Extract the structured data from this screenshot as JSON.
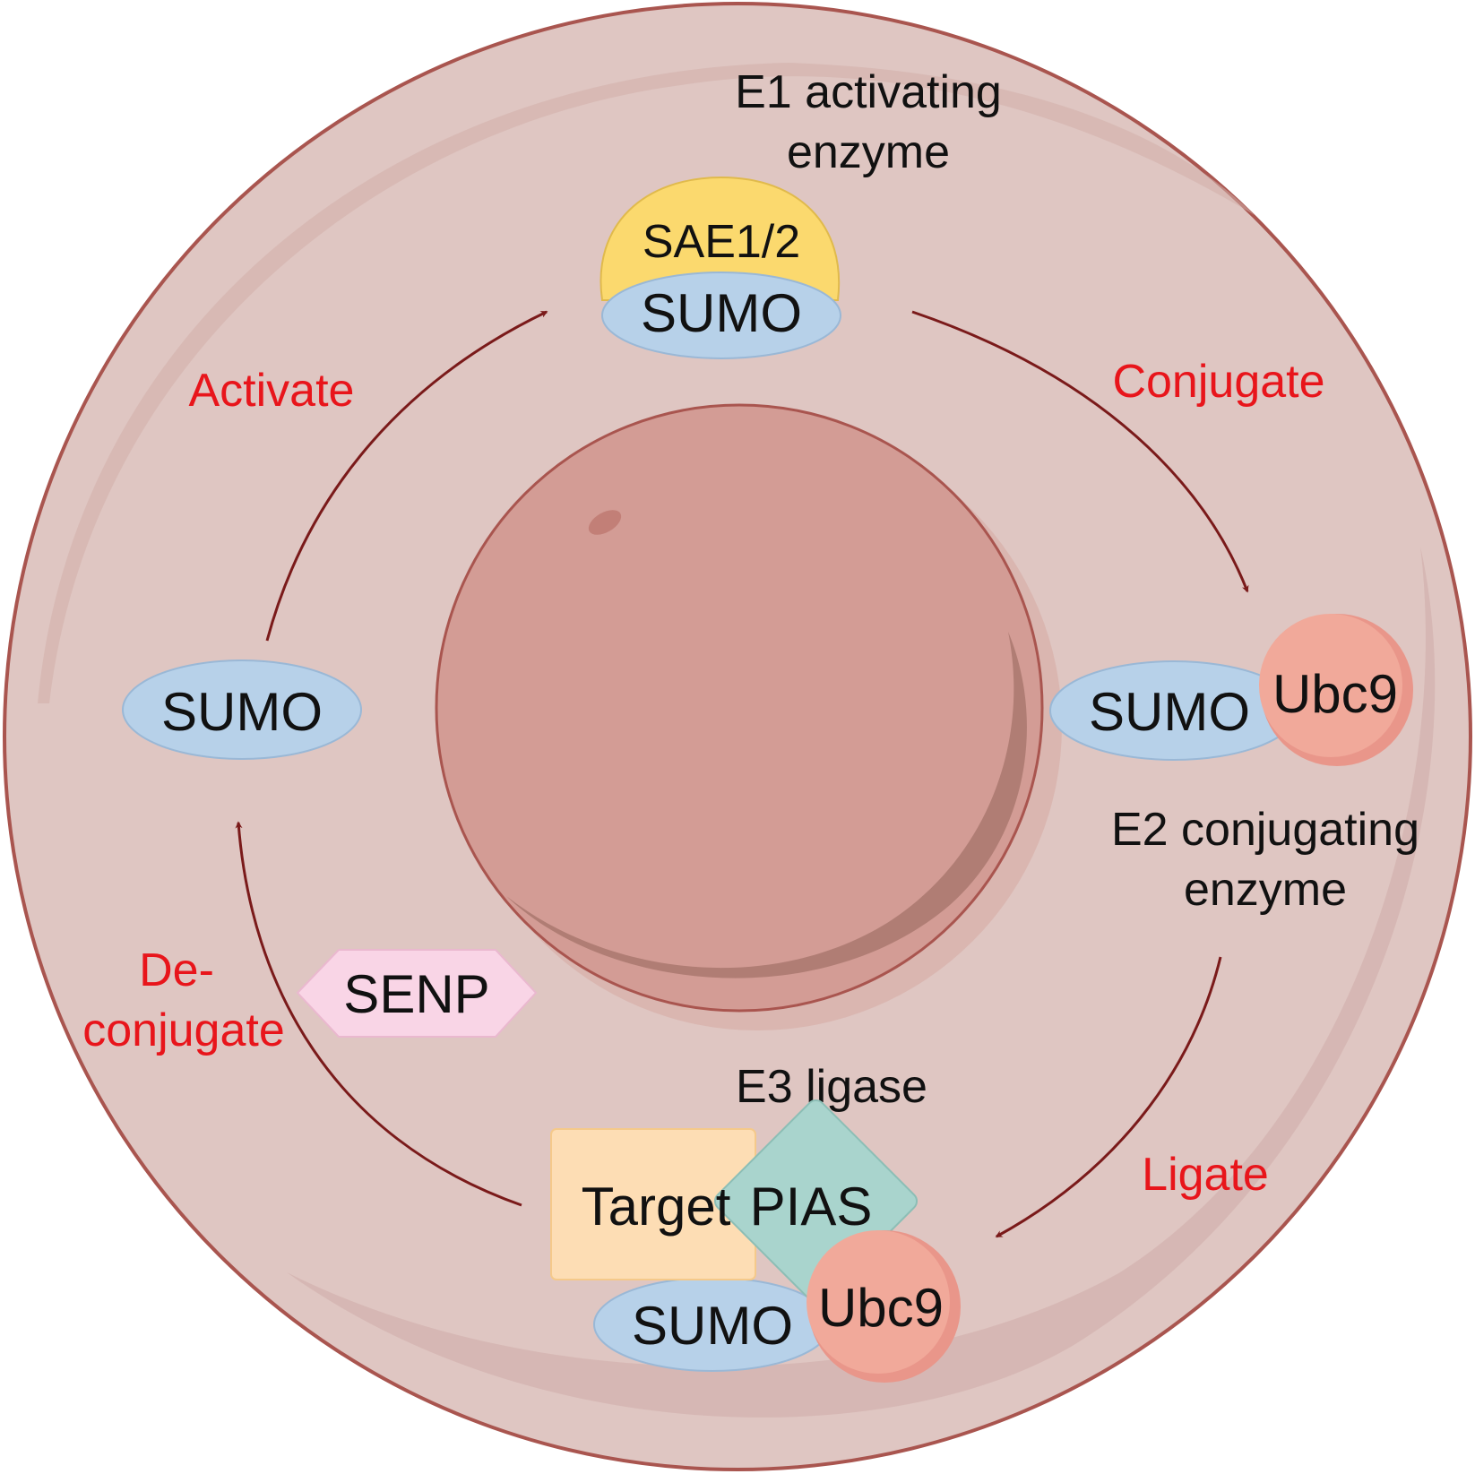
{
  "labels": {
    "e1_line1": "E1 activating",
    "e1_line2": "enzyme",
    "sae": "SAE1/2",
    "sumo_top": "SUMO",
    "conjugate": "Conjugate",
    "activate": "Activate",
    "sumo_left": "SUMO",
    "sumo_right": "SUMO",
    "ubc9_right": "Ubc9",
    "e2_line1": "E2 conjugating",
    "e2_line2": "enzyme",
    "de_line1": "De-",
    "de_line2": "conjugate",
    "senp": "SENP",
    "e3": "E3 ligase",
    "ligate": "Ligate",
    "target": "Target",
    "pias": "PIAS",
    "sumo_bottom": "SUMO",
    "ubc9_bottom": "Ubc9"
  },
  "colors": {
    "cell": "#dfc6c2",
    "cell_border": "#a9554f",
    "nucleus": "#d39c95",
    "arrow": "#7a1a1a",
    "sumo": "#b7d1e9",
    "sae": "#fbd96e",
    "ubc9": "#f1a99a",
    "senp": "#f9d5e6",
    "target": "#fdddb4",
    "pias": "#a9d4cd",
    "step_text": "#e8151b"
  }
}
